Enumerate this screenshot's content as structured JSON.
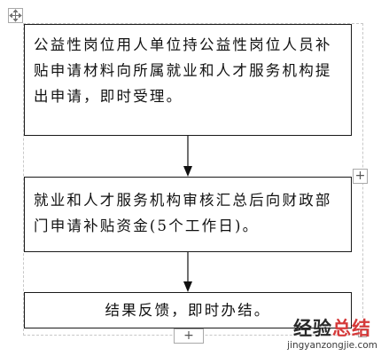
{
  "toolbar": {
    "move_handle_icon": "four-way-move-icon",
    "add_column_label": "+",
    "add_row_label": "+"
  },
  "flowchart": {
    "steps": [
      {
        "text": "公益性岗位用人单位持公益性岗位人员补贴申请材料向所属就业和人才服务机构提出申请，即时受理。"
      },
      {
        "text": "就业和人才服务机构审核汇总后向财政部门申请补贴资金(5个工作日)。"
      },
      {
        "text": "结果反馈，即时办结。"
      }
    ],
    "connector_icon": "arrow-down-icon"
  },
  "watermark": {
    "main_prefix": "经验",
    "main_accent": "总结",
    "sub": "jingyanzongjie.com"
  },
  "colors": {
    "border": "#1a1a1a",
    "handle_border": "#a9a9a9",
    "watermark_accent": "#d53a3a"
  }
}
